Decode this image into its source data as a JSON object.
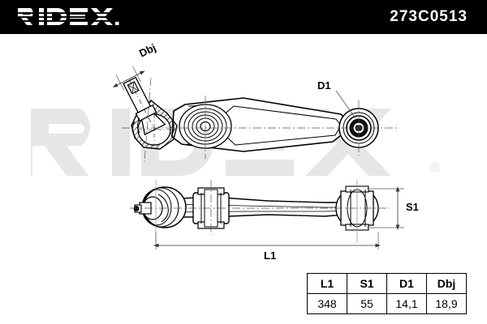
{
  "header": {
    "brand": "RIDEX",
    "brand_icon": "ridex-logo",
    "part_number": "273C0513",
    "background_color": "#000000",
    "text_color": "#ffffff"
  },
  "watermark": {
    "text": "RIDEX",
    "registered_mark": "®",
    "color": "#e3e3e3"
  },
  "diagram": {
    "title": "control-arm-technical-drawing",
    "views": [
      {
        "name": "top-view",
        "description": "Track control arm top view with ball joint, centre bushing and end bushing"
      },
      {
        "name": "side-view",
        "description": "Track control arm side view with dimension lines"
      }
    ],
    "callouts": [
      {
        "id": "dbj",
        "label": "Dbj",
        "target": "ball-joint-diameter"
      },
      {
        "id": "d1",
        "label": "D1",
        "target": "bushing-bore-diameter"
      },
      {
        "id": "s1",
        "label": "S1",
        "target": "height"
      },
      {
        "id": "l1",
        "label": "L1",
        "target": "overall-length"
      }
    ],
    "line_color": "#000000"
  },
  "spec_table": {
    "headers": [
      "L1",
      "S1",
      "D1",
      "Dbj"
    ],
    "values": [
      "348",
      "55",
      "14,1",
      "18,9"
    ]
  }
}
